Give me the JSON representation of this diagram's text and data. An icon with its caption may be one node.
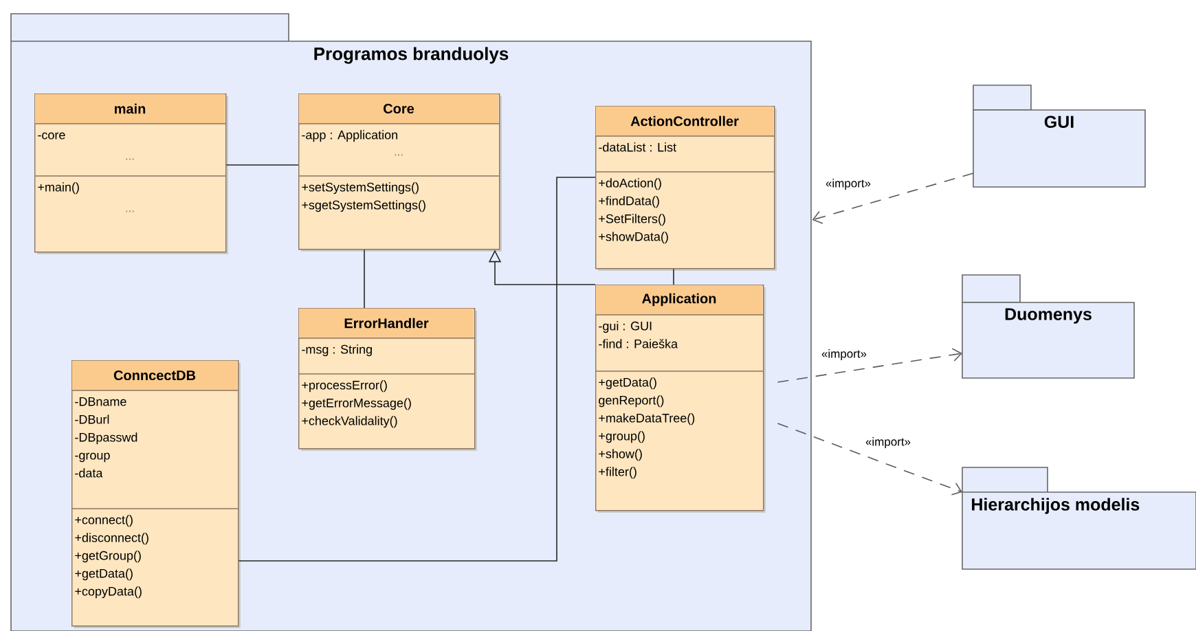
{
  "diagram": {
    "nodes": [
      {
        "text": [
          "Programos branduolys"
        ]
      },
      {
        "text": [
          "main",
          "-core",
          "...",
          "+main()",
          "..."
        ],
        "in": 0
      },
      {
        "text": [
          "Core",
          "-app : Application",
          "...",
          "+setSystemSettings()",
          "+sgetSystemSettings()"
        ],
        "in": 0
      },
      {
        "text": [
          "ActionController",
          "-dataList : List",
          "+doAction()",
          "+findData()",
          "+SetFilters()",
          "+showData()"
        ],
        "in": 0
      },
      {
        "text": [
          "Application",
          "-gui : GUI",
          "-find : Paieška",
          "+getData()",
          "genReport()",
          "+makeDataTree()",
          "+group()",
          "+show()",
          "+filter()"
        ],
        "in": 0
      },
      {
        "text": [
          "ErrorHandler",
          "-msg : String",
          "+processError()",
          "+getErrorMessage()",
          "+checkValidality()"
        ],
        "in": 0
      },
      {
        "text": [
          "ConncectDB",
          "-DBname",
          "-DBurl",
          "-DBpasswd",
          "-group",
          "-data",
          "+connect()",
          "+disconnect()",
          "+getGroup()",
          "+getData()",
          "+copyData()"
        ],
        "in": 0
      },
      {
        "text": [
          "GUI"
        ]
      },
      {
        "text": [
          "Duomenys"
        ]
      },
      {
        "text": [
          "Hierarchijos modelis"
        ]
      }
    ],
    "edges": [
      {
        "from": 1,
        "to": 2,
        "arrow": "none"
      },
      {
        "from": 2,
        "to": 5,
        "arrow": "none"
      },
      {
        "from": 4,
        "to": 2,
        "arrow": "to"
      },
      {
        "from": 3,
        "to": 4,
        "arrow": "none"
      },
      {
        "from": 6,
        "to": 3,
        "arrow": "none"
      },
      {
        "from": 7,
        "to": 0,
        "arrow": "to",
        "label": "«import»",
        "style": "dashed"
      },
      {
        "from": 4,
        "to": 8,
        "arrow": "to",
        "label": "«import»",
        "style": "dashed"
      },
      {
        "from": 4,
        "to": 9,
        "arrow": "to",
        "label": "«import»",
        "style": "dashed"
      }
    ]
  }
}
